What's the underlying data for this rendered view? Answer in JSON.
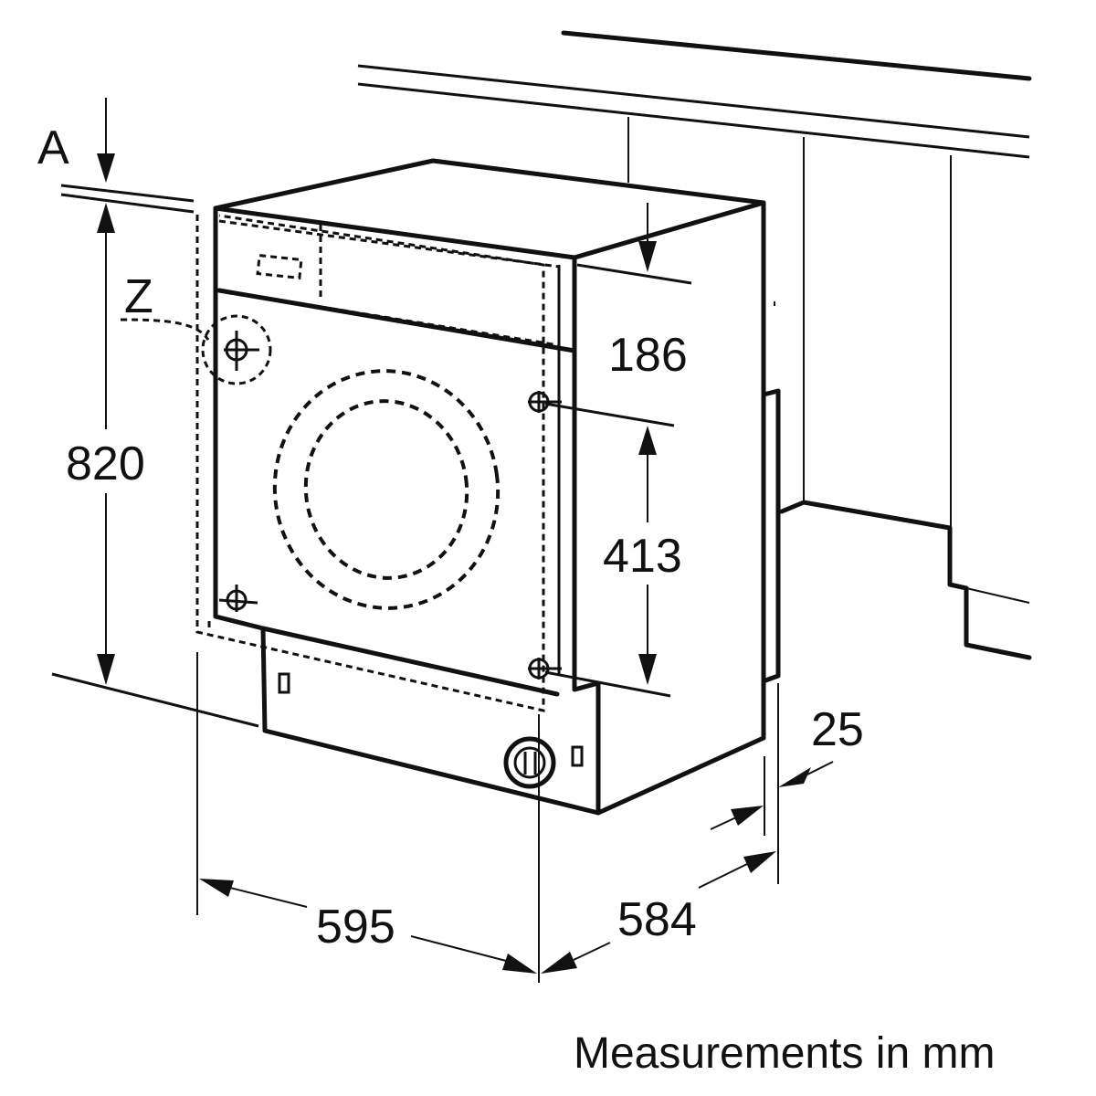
{
  "labels": {
    "a": "A",
    "z": "Z",
    "height": "820",
    "panel": "186",
    "door_mount": "413",
    "plinth": "25",
    "width": "595",
    "depth": "584"
  },
  "caption": "Measurements in mm"
}
